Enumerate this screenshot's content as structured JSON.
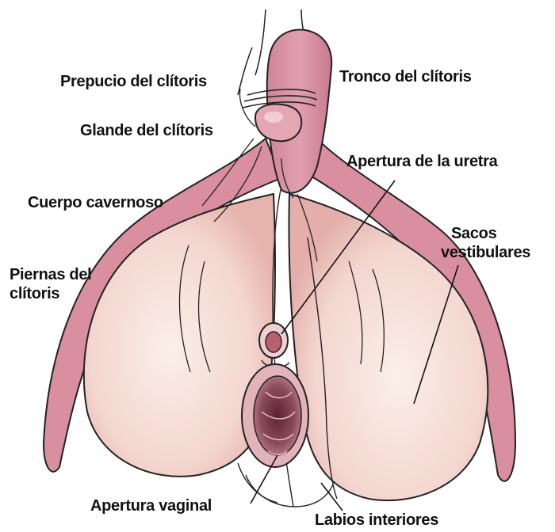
{
  "labels": {
    "prepucio": "Prepucio del clítoris",
    "tronco": "Tronco del clítoris",
    "glande": "Glande del clítoris",
    "uretra": "Apertura de la uretra",
    "cuerpo": "Cuerpo cavernoso",
    "sacos_1": "Sacos",
    "sacos_2": "vestibulares",
    "piernas_1": "Piernas del",
    "piernas_2": "clítoris",
    "vaginal": "Apertura vaginal",
    "labios": "Labios interiores"
  },
  "colors": {
    "shaft_pink": "#d98fa0",
    "shaft_shadow": "#c06e84",
    "bulb_cream": "#f6ddd6",
    "bulb_shadow": "#e9b9b2",
    "outline": "#222222",
    "vagina_dark": "#7a3a4a"
  }
}
